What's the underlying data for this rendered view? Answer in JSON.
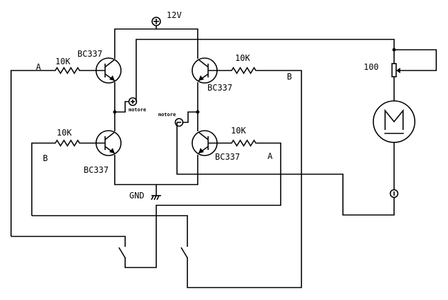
{
  "supply": {
    "label": "12V",
    "symbol": "plus-terminal"
  },
  "ground": {
    "label": "GND"
  },
  "transistors": [
    {
      "id": "Q1",
      "label": "BC337"
    },
    {
      "id": "Q2",
      "label": "BC337"
    },
    {
      "id": "Q3",
      "label": "BC337"
    },
    {
      "id": "Q4",
      "label": "BC337"
    }
  ],
  "resistors": [
    {
      "id": "R1",
      "label": "10K"
    },
    {
      "id": "R2",
      "label": "10K"
    },
    {
      "id": "R3",
      "label": "10K"
    },
    {
      "id": "R4",
      "label": "10K"
    }
  ],
  "potentiometer": {
    "label": "100"
  },
  "motor": {
    "symbol": "M"
  },
  "motor_terminals": {
    "plus_label": "motore",
    "minus_label": "motore"
  },
  "signals": {
    "a_left": "A",
    "b_left": "B",
    "b_right": "B",
    "a_right": "A"
  }
}
